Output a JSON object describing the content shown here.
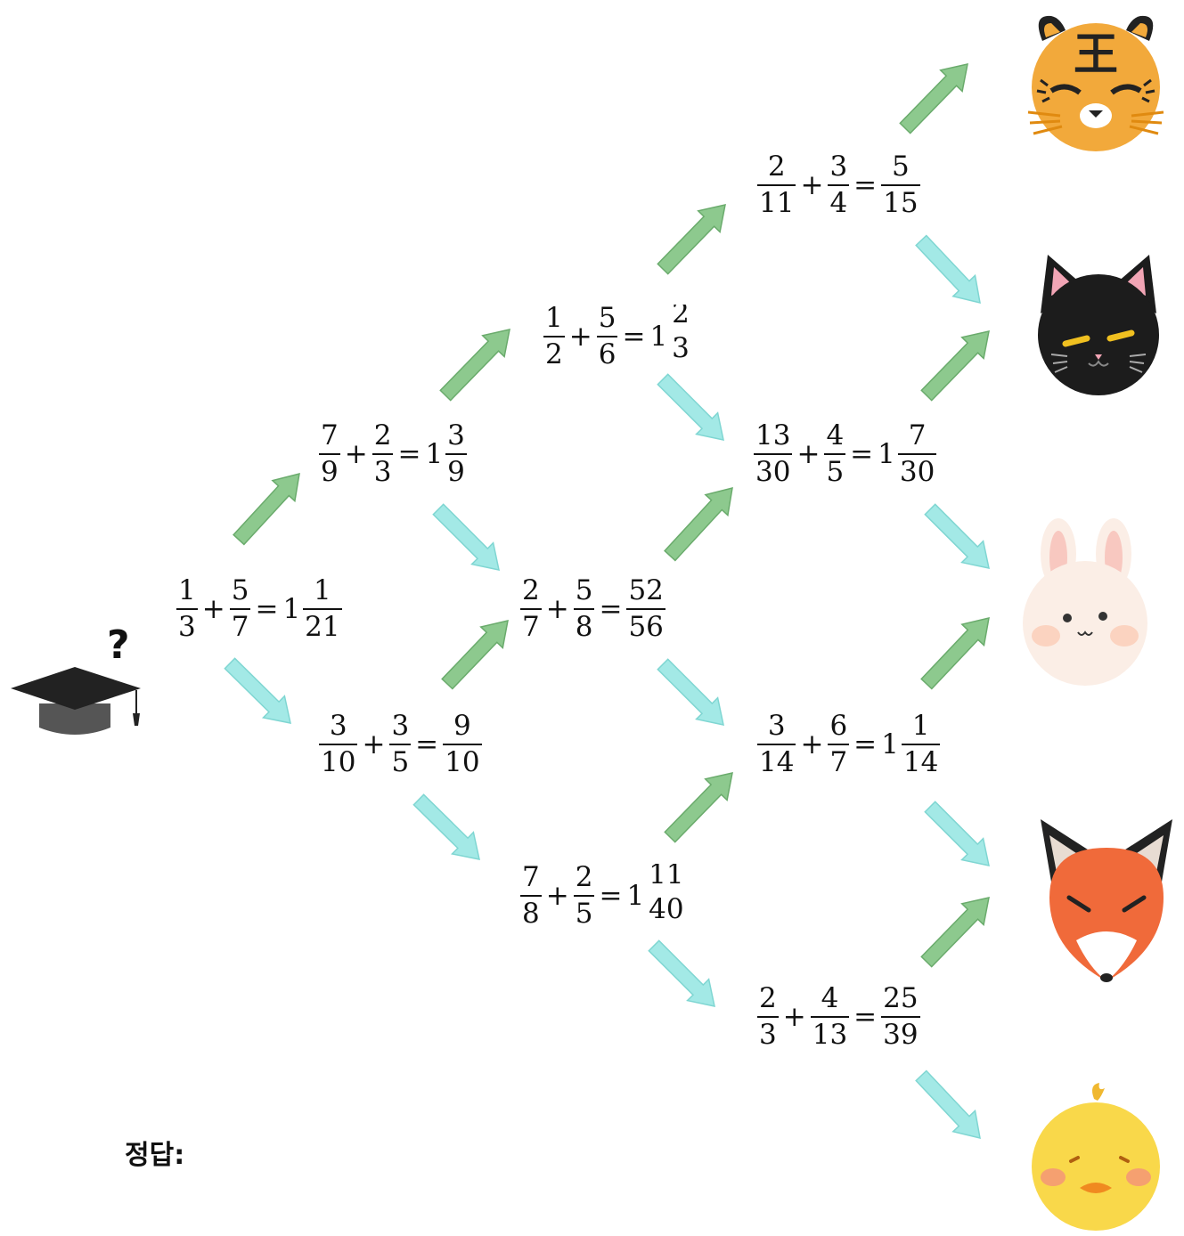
{
  "start": {
    "question_mark": "?"
  },
  "equations": [
    {
      "id": "eq-a",
      "a": [
        "1",
        "3"
      ],
      "b": [
        "5",
        "7"
      ],
      "whole": "1",
      "r": [
        "1",
        "21"
      ]
    },
    {
      "id": "eq-b",
      "a": [
        "7",
        "9"
      ],
      "b": [
        "2",
        "3"
      ],
      "whole": "1",
      "r": [
        "3",
        "9"
      ]
    },
    {
      "id": "eq-c",
      "a": [
        "3",
        "10"
      ],
      "b": [
        "3",
        "5"
      ],
      "whole": "",
      "r": [
        "9",
        "10"
      ]
    },
    {
      "id": "eq-d",
      "a": [
        "1",
        "2"
      ],
      "b": [
        "5",
        "6"
      ],
      "whole": "1",
      "r": [
        "2",
        "3"
      ]
    },
    {
      "id": "eq-e",
      "a": [
        "2",
        "7"
      ],
      "b": [
        "5",
        "8"
      ],
      "whole": "",
      "r": [
        "52",
        "56"
      ]
    },
    {
      "id": "eq-f",
      "a": [
        "7",
        "8"
      ],
      "b": [
        "2",
        "5"
      ],
      "whole": "1",
      "r": [
        "11",
        "40"
      ]
    },
    {
      "id": "eq-g",
      "a": [
        "2",
        "11"
      ],
      "b": [
        "3",
        "4"
      ],
      "whole": "",
      "r": [
        "5",
        "15"
      ]
    },
    {
      "id": "eq-h",
      "a": [
        "13",
        "30"
      ],
      "b": [
        "4",
        "5"
      ],
      "whole": "1",
      "r": [
        "7",
        "30"
      ]
    },
    {
      "id": "eq-i",
      "a": [
        "3",
        "14"
      ],
      "b": [
        "6",
        "7"
      ],
      "whole": "1",
      "r": [
        "1",
        "14"
      ]
    },
    {
      "id": "eq-j",
      "a": [
        "2",
        "3"
      ],
      "b": [
        "4",
        "13"
      ],
      "whole": "",
      "r": [
        "25",
        "39"
      ]
    }
  ],
  "symbols": {
    "plus": "+",
    "equals": "="
  },
  "animals": [
    {
      "name": "tiger-icon",
      "mark": "王"
    },
    {
      "name": "cat-icon"
    },
    {
      "name": "rabbit-icon"
    },
    {
      "name": "fox-icon"
    },
    {
      "name": "chick-icon"
    }
  ],
  "answer": {
    "label": "정답:"
  },
  "colors": {
    "up_arrow": "#8dc98e",
    "down_arrow": "#a3e9e6",
    "tiger": "#f2a93b",
    "cat": "#1c1c1c",
    "rabbit": "#fbeee6",
    "fox": "#f06a3a",
    "chick": "#f9d84a"
  }
}
